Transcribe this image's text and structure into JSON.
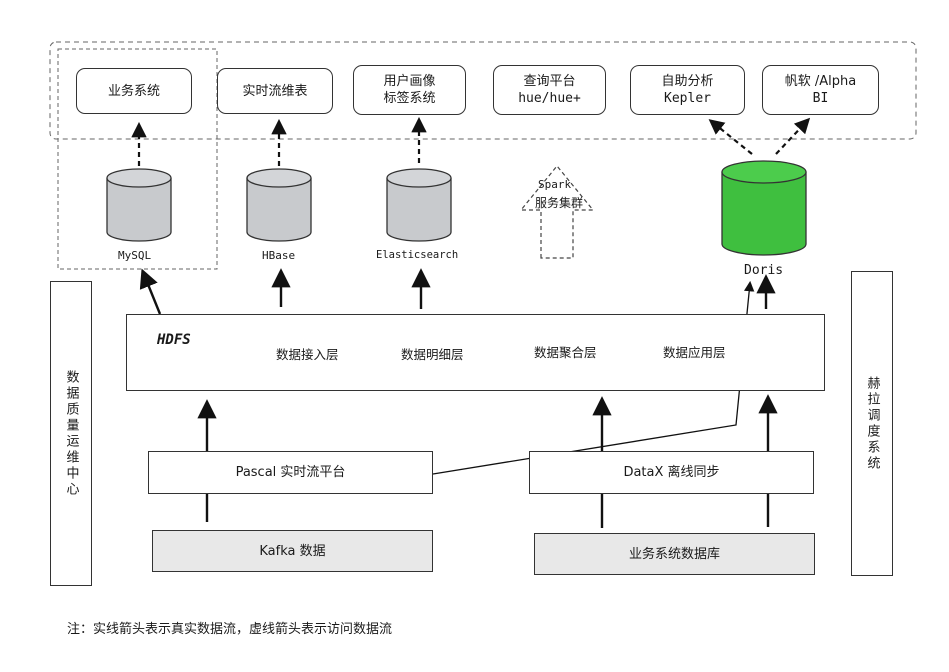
{
  "consumers": {
    "business_system": "业务系统",
    "realtime_report": "实时流维表",
    "user_profile_line1": "用户画像",
    "user_profile_line2": "标签系统",
    "query_platform_line1": "查询平台",
    "query_platform_line2": "hue/hue+",
    "self_analysis_line1": "自助分析",
    "self_analysis_line2": "Kepler",
    "fanruan_line1": "帆软 /Alpha",
    "fanruan_line2": "BI"
  },
  "stores": {
    "mysql": "MySQL",
    "hbase": "HBase",
    "elasticsearch": "Elasticsearch",
    "spark_line1": "Spark",
    "spark_line2": "服务集群",
    "doris": "Doris"
  },
  "hdfs": {
    "title": "HDFS",
    "layers": [
      "数据接入层",
      "数据明细层",
      "数据聚合层",
      "数据应用层"
    ]
  },
  "ingest": {
    "pascal": "Pascal 实时流平台",
    "datax": "DataX 离线同步",
    "kafka": "Kafka 数据",
    "business_db": "业务系统数据库"
  },
  "side": {
    "left": "数据质量运维中心",
    "right": "赫拉调度系统"
  },
  "note": "注：实线箭头表示真实数据流，虚线箭头表示访问数据流",
  "colors": {
    "doris_green": "#3fbf3f",
    "cylinder_gray": "#c8cacd",
    "shaded_box": "#e8e8e8",
    "stroke": "#333333"
  }
}
